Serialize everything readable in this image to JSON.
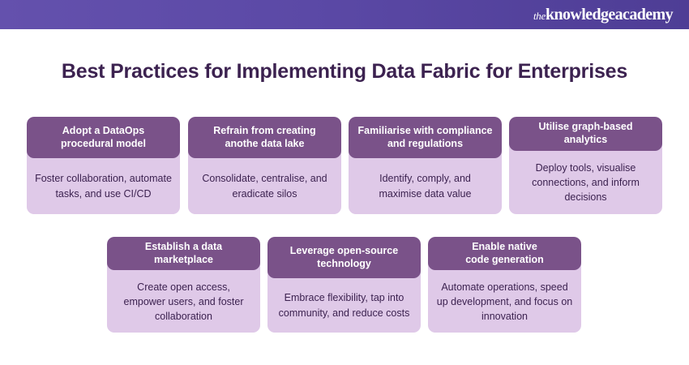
{
  "banner": {
    "logo_the": "the",
    "logo_main": "knowledgeacademy",
    "gradient_start": "#6451ad",
    "gradient_end": "#4e3d95"
  },
  "title": "Best Practices for Implementing Data Fabric for Enterprises",
  "colors": {
    "title": "#3c2250",
    "card_header_bg": "#7a5289",
    "card_body_bg": "#dfc9e8",
    "card_body_text": "#3c2250",
    "card_header_text": "#ffffff"
  },
  "cards": [
    {
      "header": "Adopt a DataOps\nprocedural model",
      "body": "Foster collaboration, automate tasks, and use CI/CD"
    },
    {
      "header": "Refrain from creating\nanothe data lake",
      "body": "Consolidate, centralise, and eradicate silos"
    },
    {
      "header": "Familiarise with compliance\nand regulations",
      "body": "Identify, comply, and maximise data value"
    },
    {
      "header": "Utilise graph-based\nanalytics",
      "body": "Deploy tools, visualise connections, and inform decisions"
    },
    {
      "header": "Establish a data\nmarketplace",
      "body": "Create open access, empower users, and foster collaboration"
    },
    {
      "header": "Leverage open-source\ntechnology",
      "body": "Embrace flexibility, tap into community, and reduce costs"
    },
    {
      "header": "Enable native\ncode generation",
      "body": "Automate operations, speed up development, and focus on innovation"
    }
  ]
}
